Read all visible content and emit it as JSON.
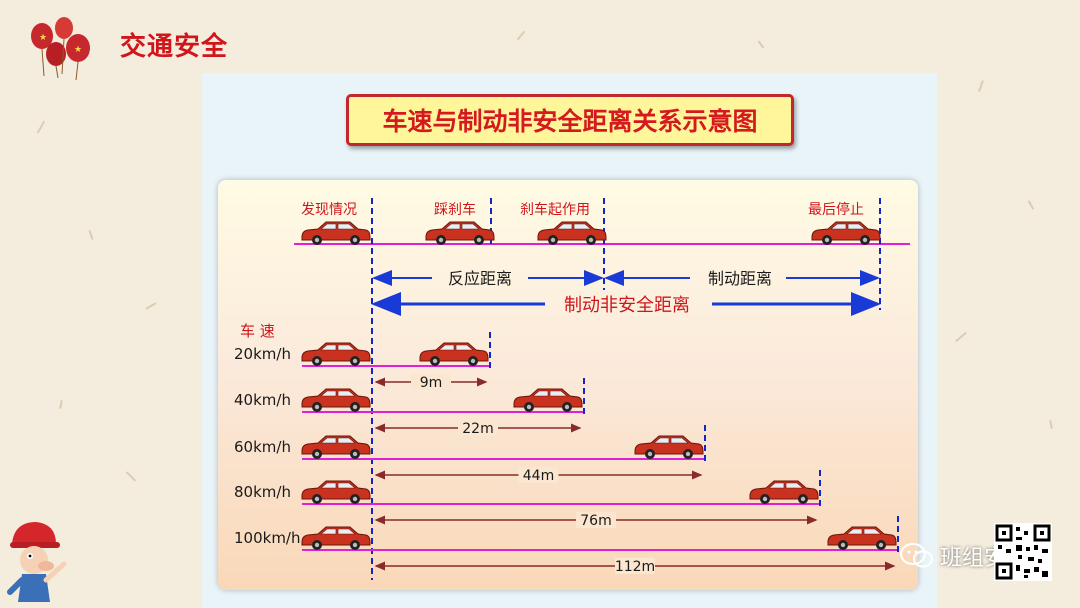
{
  "header": {
    "title": "交通安全"
  },
  "diagram": {
    "title": "车速与制动非安全距离关系示意图",
    "stage_labels": [
      "发现情况",
      "踩刹车",
      "刹车起作用",
      "最后停止"
    ],
    "reaction_label": "反应距离",
    "braking_label": "制动距离",
    "total_label": "制动非安全距离",
    "speed_heading": "车  速",
    "rows": [
      {
        "speed": "20km/h",
        "distance": "9m"
      },
      {
        "speed": "40km/h",
        "distance": "22m"
      },
      {
        "speed": "60km/h",
        "distance": "44m"
      },
      {
        "speed": "80km/h",
        "distance": "76m"
      },
      {
        "speed": "100km/h",
        "distance": "112m"
      }
    ],
    "colors": {
      "car": "#c8321f",
      "road": "#e020d8",
      "dash": "#1226c8",
      "arrow": "#1a3ad8",
      "text_red": "#d0151b"
    }
  },
  "watermark": {
    "text": "班组安全",
    "icon": "wechat-icon"
  },
  "icons": [
    "balloon-icon",
    "mascot-icon",
    "qr-code-icon"
  ]
}
